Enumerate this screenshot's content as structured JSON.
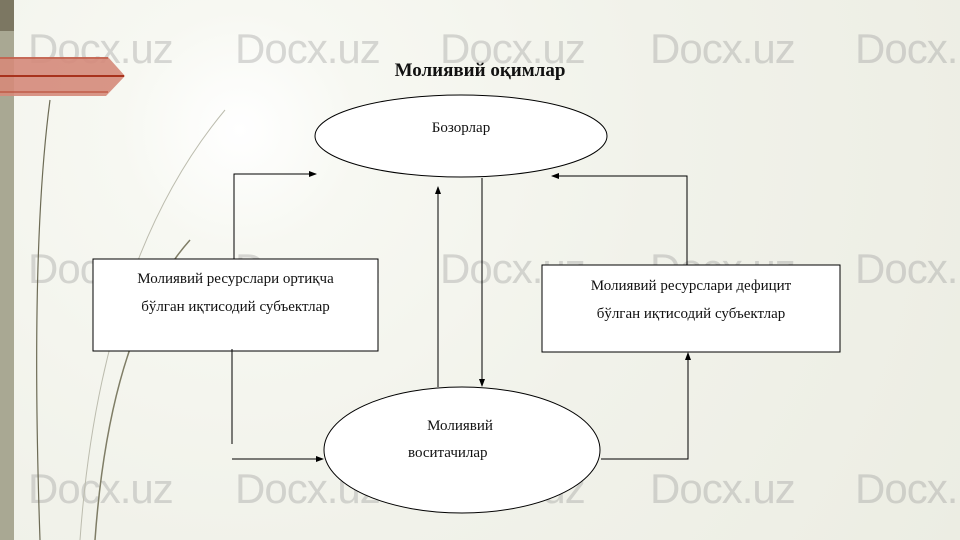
{
  "title": "Молиявий оқимлар",
  "watermark": "Docx.uz",
  "nodes": {
    "markets": "Бозорлар",
    "surplus_line1": "Молиявий ресурслари ортиқча",
    "surplus_line2": "бўлган иқтисодий субъектлар",
    "deficit_line1": "Молиявий ресурслари дефицит",
    "deficit_line2": "бўлган иқтисодий субъектлар",
    "intermediaries_line1": "Молиявий",
    "intermediaries_line2": "воситачилар"
  }
}
